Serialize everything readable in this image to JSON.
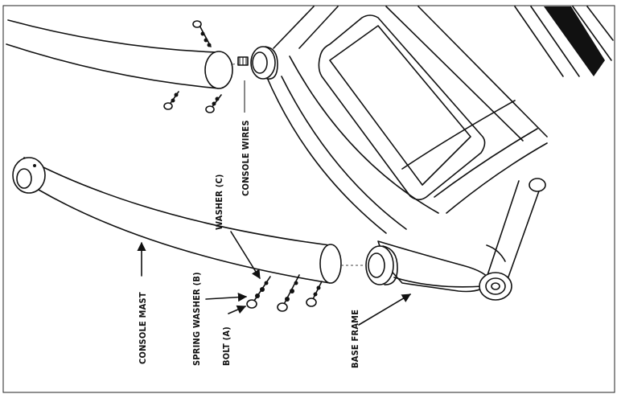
{
  "labels": {
    "console_wires": "CONSOLE WIRES",
    "washer_c": "WASHER (C)",
    "spring_washer_b": "SPRING WASHER (B)",
    "bolt_a": "BOLT (A)",
    "console_mast": "CONSOLE MAST",
    "base_frame": "BASE FRAME"
  }
}
